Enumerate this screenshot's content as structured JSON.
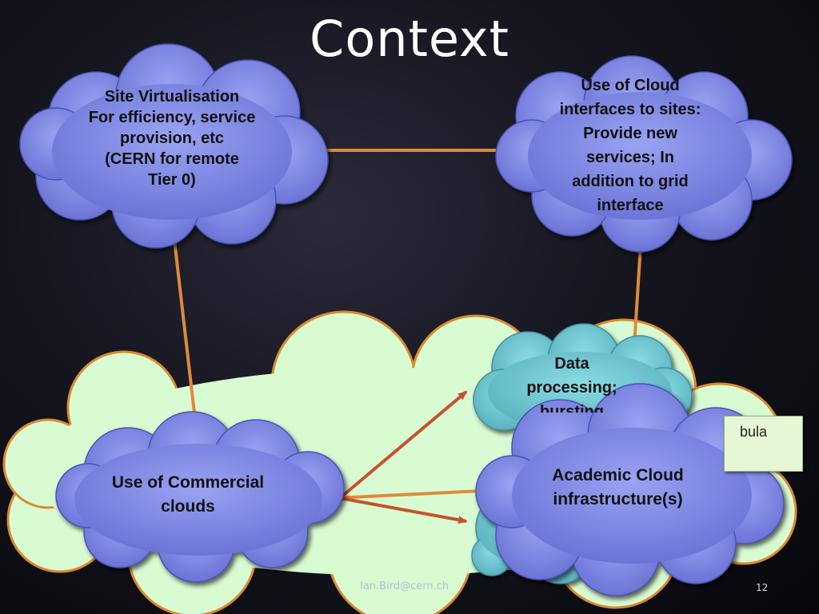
{
  "slide": {
    "title": "Context",
    "footer_email": "Ian.Bird@cern.ch",
    "slide_number": "12"
  },
  "clouds": {
    "site_virtualisation": [
      "Site Virtualisation",
      "For efficiency, service",
      "provision, etc",
      "(CERN for remote",
      "Tier 0)"
    ],
    "cloud_interfaces": [
      "Use of Cloud",
      "interfaces to sites:",
      "Provide new",
      "services;  In",
      "addition to grid",
      "interface"
    ],
    "data_processing": [
      "Data",
      "processing;",
      "bursting"
    ],
    "commercial": [
      "Use of Commercial",
      "clouds"
    ],
    "academic": [
      "Academic Cloud",
      "infrastructure(s)"
    ]
  },
  "partial_label": "bula",
  "colors": {
    "blue_cloud": "#7b85e6",
    "teal_cloud": "#6cc4cf",
    "big_cloud": "#d9fbd2",
    "outline": "#d98a2e",
    "arrow": "#c8512e",
    "connector": "#e08a3a"
  }
}
